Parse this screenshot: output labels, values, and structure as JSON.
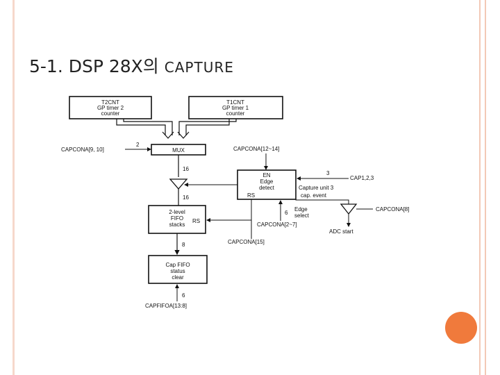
{
  "slide": {
    "title_main": "5-1. DSP 28X의",
    "title_sub": "CAPTURE",
    "accent_color": "#f07a3c",
    "frame_color": "#f3c9b6"
  },
  "diagram": {
    "t2cnt": [
      "T2CNT",
      "GP timer 2",
      "counter"
    ],
    "t1cnt": [
      "T1CNT",
      "GP timer 1",
      "counter"
    ],
    "mux": "MUX",
    "edge_detect": [
      "EN",
      "Edge",
      "detect"
    ],
    "fifo": [
      "2-level",
      "FIFO",
      "stacks"
    ],
    "cap_fifo": [
      "Cap FIFO",
      "status",
      "clear"
    ],
    "capcona_9_10": "CAPCONA[9, 10]",
    "capcona_12_14": "CAPCONA[12~14]",
    "cap123": "CAP1,2,3",
    "capture_unit": "Capture unit 3",
    "cap_event": "cap. event",
    "capcona_8": "CAPCONA[8]",
    "adc_start": "ADC start",
    "edge_select": [
      "Edge",
      "select"
    ],
    "capcona_2_7": "CAPCONA[2~7]",
    "capcona_15": "CAPCONA[15]",
    "capfifoa": "CAPFIFOA[13:8]",
    "rs": "RS",
    "n2": "2",
    "n3": "3",
    "n6": "6",
    "n16": "16",
    "n8": "8"
  }
}
